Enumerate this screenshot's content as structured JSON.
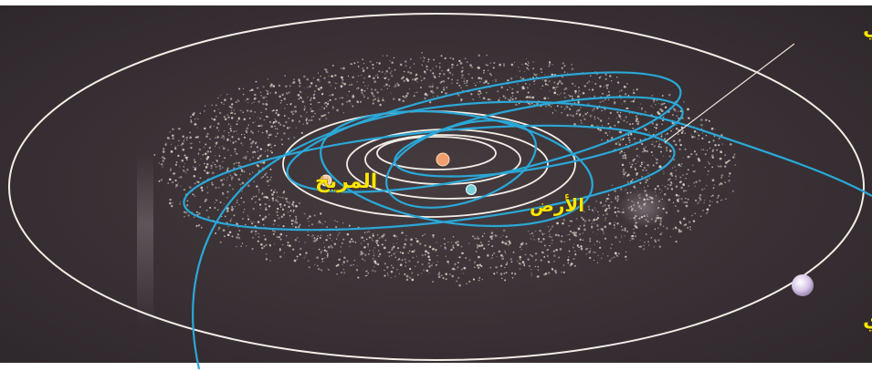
{
  "labels": {
    "asteroid_belt": "حزام كُوَيْكبي",
    "mars": "المريخ",
    "earth": "الأرض",
    "jupiter": "المشتري"
  },
  "colors": {
    "space": "#3a3236",
    "asteroid_dots": "#d8d2c6",
    "planet_orbit": "#f2eee6",
    "comet_orbit": "#2aa8d8",
    "label": "#ffe600",
    "sun": "#f0a070",
    "earth": "#7ed0d8",
    "mars": "#f0c8a8",
    "jupiter": "#d8c8e8"
  }
}
